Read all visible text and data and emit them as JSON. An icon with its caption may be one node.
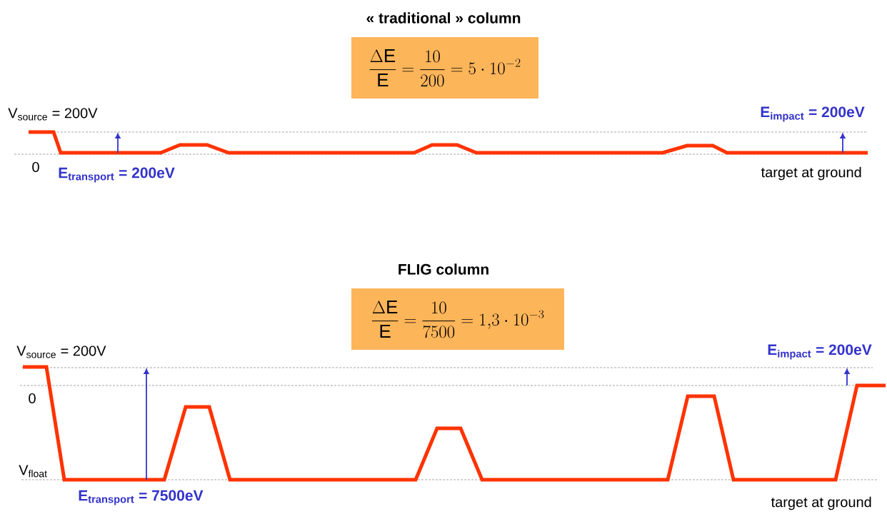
{
  "diagram": {
    "nodes": [
      {
        "text": [
          "\\frac{\\Delta\\mathrm{E}}{\\mathrm{E}}=\\frac{10}{200}=5\\cdot 10^{-2}"
        ]
      },
      {
        "text": [
          "\\frac{\\Delta\\mathrm{E}}{\\mathrm{E}}=\\frac{10}{7500}=1{,}3\\cdot 10^{-3}"
        ]
      }
    ],
    "labels": [
      "« traditional » column",
      "\\text{V}_{\\text{source}}\\text{ = 200V}",
      "\\text{E}_{\\text{impact}}\\text{ = 200eV}",
      "0",
      "\\text{E}_{\\text{transport}}\\text{ = 200eV}",
      "target at ground",
      "FLIG column",
      "\\text{V}_{\\text{source}}\\text{ = 200V}",
      "\\text{E}_{\\text{impact}}\\text{ = 200eV}",
      "0",
      "\\text{V}_{\\text{float}}",
      "\\text{E}_{\\text{transport}}\\text{ = 7500eV}",
      "target at ground"
    ]
  }
}
